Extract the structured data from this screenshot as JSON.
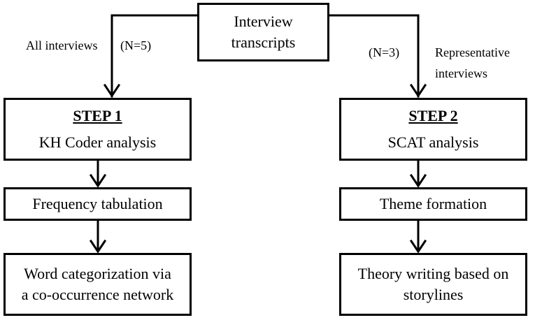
{
  "diagram": {
    "top": {
      "line1": "Interview",
      "line2": "transcripts"
    },
    "left": {
      "edge_label": "All interviews",
      "edge_count": "(N=5)",
      "step_title": "STEP 1",
      "step_method": "KH Coder analysis",
      "stage2": "Frequency tabulation",
      "stage3_line1": "Word categorization via",
      "stage3_line2": "a co-occurrence network"
    },
    "right": {
      "edge_count": "(N=3)",
      "edge_label_line1": "Representative",
      "edge_label_line2": "interviews",
      "step_title": "STEP 2",
      "step_method": "SCAT analysis",
      "stage2": "Theme formation",
      "stage3_line1": "Theory writing based on",
      "stage3_line2": "storylines"
    }
  },
  "colors": {
    "stroke": "#000000",
    "background": "#ffffff"
  }
}
